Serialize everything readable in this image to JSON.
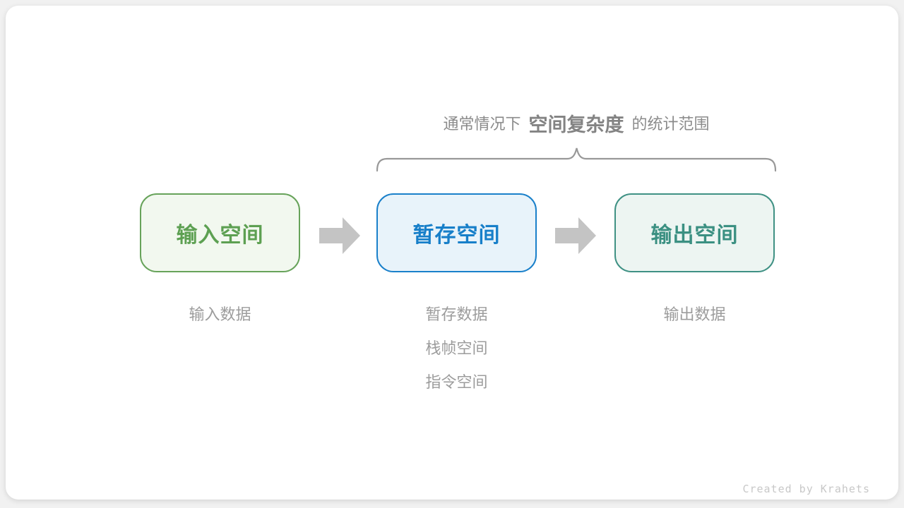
{
  "caption": {
    "prefix": "通常情况下",
    "emphasis": "空间复杂度",
    "suffix": "的统计范围"
  },
  "boxes": [
    {
      "label": "输入空间",
      "border_color": "#67a35a",
      "background_color": "#f2f8ef",
      "text_color": "#5da052",
      "notes": [
        "输入数据"
      ]
    },
    {
      "label": "暂存空间",
      "border_color": "#1a80ca",
      "background_color": "#e8f3fa",
      "text_color": "#177fc9",
      "notes": [
        "暂存数据",
        "栈帧空间",
        "指令空间"
      ]
    },
    {
      "label": "输出空间",
      "border_color": "#3f9184",
      "background_color": "#edf5f2",
      "text_color": "#3b9082",
      "notes": [
        "输出数据"
      ]
    }
  ],
  "arrow_color": "#c4c4c4",
  "brace_color": "#989898",
  "credit": "Created by Krahets"
}
